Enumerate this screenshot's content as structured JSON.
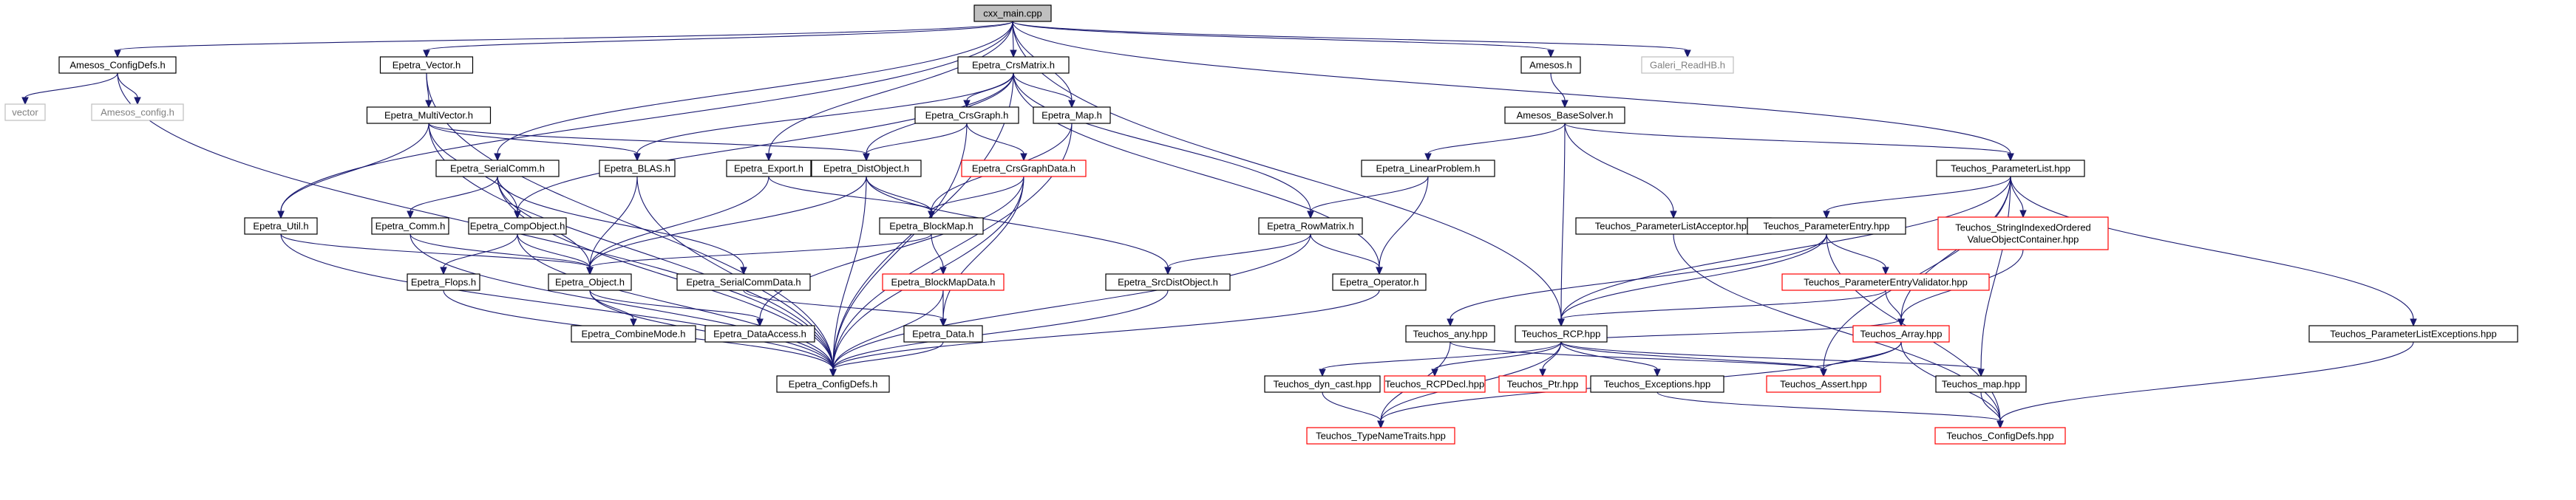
{
  "graph": {
    "nodes": [
      {
        "id": "root",
        "label": "cxx_main.cpp",
        "style": "root"
      },
      {
        "id": "amesos_configdefs",
        "label": "Amesos_ConfigDefs.h",
        "style": "normal"
      },
      {
        "id": "epetra_vector",
        "label": "Epetra_Vector.h",
        "style": "normal"
      },
      {
        "id": "epetra_crsmatrix",
        "label": "Epetra_CrsMatrix.h",
        "style": "normal"
      },
      {
        "id": "amesos",
        "label": "Amesos.h",
        "style": "normal"
      },
      {
        "id": "galeri",
        "label": "Galeri_ReadHB.h",
        "style": "external"
      },
      {
        "id": "vector",
        "label": "vector",
        "style": "external"
      },
      {
        "id": "amesos_config",
        "label": "Amesos_config.h",
        "style": "external"
      },
      {
        "id": "epetra_multivector",
        "label": "Epetra_MultiVector.h",
        "style": "normal"
      },
      {
        "id": "epetra_crsgraph",
        "label": "Epetra_CrsGraph.h",
        "style": "normal"
      },
      {
        "id": "epetra_map",
        "label": "Epetra_Map.h",
        "style": "normal"
      },
      {
        "id": "amesos_basesolver",
        "label": "Amesos_BaseSolver.h",
        "style": "normal"
      },
      {
        "id": "epetra_serialcomm",
        "label": "Epetra_SerialComm.h",
        "style": "normal"
      },
      {
        "id": "epetra_blas",
        "label": "Epetra_BLAS.h",
        "style": "normal"
      },
      {
        "id": "epetra_export",
        "label": "Epetra_Export.h",
        "style": "normal"
      },
      {
        "id": "epetra_distobject",
        "label": "Epetra_DistObject.h",
        "style": "normal"
      },
      {
        "id": "epetra_crsgraphdata",
        "label": "Epetra_CrsGraphData.h",
        "style": "red"
      },
      {
        "id": "epetra_linearproblem",
        "label": "Epetra_LinearProblem.h",
        "style": "normal"
      },
      {
        "id": "teuchos_parameterlist",
        "label": "Teuchos_ParameterList.hpp",
        "style": "normal"
      },
      {
        "id": "epetra_util",
        "label": "Epetra_Util.h",
        "style": "normal"
      },
      {
        "id": "epetra_comm",
        "label": "Epetra_Comm.h",
        "style": "normal"
      },
      {
        "id": "epetra_compobject",
        "label": "Epetra_CompObject.h",
        "style": "normal"
      },
      {
        "id": "epetra_blockmap",
        "label": "Epetra_BlockMap.h",
        "style": "normal"
      },
      {
        "id": "epetra_rowmatrix",
        "label": "Epetra_RowMatrix.h",
        "style": "normal"
      },
      {
        "id": "teuchos_paramlistacceptor",
        "label": "Teuchos_ParameterListAcceptor.hpp",
        "style": "normal"
      },
      {
        "id": "teuchos_parameterentry",
        "label": "Teuchos_ParameterEntry.hpp",
        "style": "normal"
      },
      {
        "id": "teuchos_stringindexed",
        "label": "Teuchos_StringIndexedOrdered\nValueObjectContainer.hpp",
        "style": "red"
      },
      {
        "id": "epetra_flops",
        "label": "Epetra_Flops.h",
        "style": "normal"
      },
      {
        "id": "epetra_object",
        "label": "Epetra_Object.h",
        "style": "normal"
      },
      {
        "id": "epetra_serialcommdata",
        "label": "Epetra_SerialCommData.h",
        "style": "normal"
      },
      {
        "id": "epetra_blockmapdata",
        "label": "Epetra_BlockMapData.h",
        "style": "red"
      },
      {
        "id": "epetra_srcdistobject",
        "label": "Epetra_SrcDistObject.h",
        "style": "normal"
      },
      {
        "id": "epetra_operator",
        "label": "Epetra_Operator.h",
        "style": "normal"
      },
      {
        "id": "teuchos_paramentryvalidator",
        "label": "Teuchos_ParameterEntryValidator.hpp",
        "style": "red"
      },
      {
        "id": "epetra_combinemode",
        "label": "Epetra_CombineMode.h",
        "style": "normal"
      },
      {
        "id": "epetra_dataaccess",
        "label": "Epetra_DataAccess.h",
        "style": "normal"
      },
      {
        "id": "epetra_data",
        "label": "Epetra_Data.h",
        "style": "normal"
      },
      {
        "id": "teuchos_any",
        "label": "Teuchos_any.hpp",
        "style": "normal"
      },
      {
        "id": "teuchos_rcp",
        "label": "Teuchos_RCP.hpp",
        "style": "normal"
      },
      {
        "id": "teuchos_array",
        "label": "Teuchos_Array.hpp",
        "style": "red"
      },
      {
        "id": "teuchos_paramlistexceptions",
        "label": "Teuchos_ParameterListExceptions.hpp",
        "style": "normal"
      },
      {
        "id": "epetra_configdefs",
        "label": "Epetra_ConfigDefs.h",
        "style": "normal"
      },
      {
        "id": "teuchos_dyn_cast",
        "label": "Teuchos_dyn_cast.hpp",
        "style": "normal"
      },
      {
        "id": "teuchos_rcpdecl",
        "label": "Teuchos_RCPDecl.hpp",
        "style": "red"
      },
      {
        "id": "teuchos_ptr",
        "label": "Teuchos_Ptr.hpp",
        "style": "red"
      },
      {
        "id": "teuchos_exceptions",
        "label": "Teuchos_Exceptions.hpp",
        "style": "normal"
      },
      {
        "id": "teuchos_assert",
        "label": "Teuchos_Assert.hpp",
        "style": "red"
      },
      {
        "id": "teuchos_map",
        "label": "Teuchos_map.hpp",
        "style": "normal"
      },
      {
        "id": "teuchos_typenametraits",
        "label": "Teuchos_TypeNameTraits.hpp",
        "style": "red"
      },
      {
        "id": "teuchos_configdefs",
        "label": "Teuchos_ConfigDefs.hpp",
        "style": "red"
      }
    ],
    "edges": [
      [
        "root",
        "amesos_configdefs"
      ],
      [
        "root",
        "epetra_vector"
      ],
      [
        "root",
        "epetra_crsmatrix"
      ],
      [
        "root",
        "epetra_map"
      ],
      [
        "root",
        "epetra_util"
      ],
      [
        "root",
        "epetra_export"
      ],
      [
        "root",
        "epetra_serialcomm"
      ],
      [
        "root",
        "amesos"
      ],
      [
        "root",
        "galeri"
      ],
      [
        "root",
        "teuchos_parameterlist"
      ],
      [
        "root",
        "teuchos_rcp"
      ],
      [
        "amesos_configdefs",
        "vector"
      ],
      [
        "amesos_configdefs",
        "amesos_config"
      ],
      [
        "amesos_configdefs",
        "epetra_configdefs"
      ],
      [
        "epetra_vector",
        "epetra_multivector"
      ],
      [
        "epetra_vector",
        "epetra_configdefs"
      ],
      [
        "epetra_multivector",
        "epetra_distobject"
      ],
      [
        "epetra_multivector",
        "epetra_compobject"
      ],
      [
        "epetra_multivector",
        "epetra_blas"
      ],
      [
        "epetra_multivector",
        "epetra_util"
      ],
      [
        "epetra_multivector",
        "epetra_configdefs"
      ],
      [
        "epetra_crsmatrix",
        "epetra_crsgraph"
      ],
      [
        "epetra_crsmatrix",
        "epetra_map"
      ],
      [
        "epetra_crsmatrix",
        "epetra_distobject"
      ],
      [
        "epetra_crsmatrix",
        "epetra_rowmatrix"
      ],
      [
        "epetra_crsmatrix",
        "epetra_operator"
      ],
      [
        "epetra_crsmatrix",
        "epetra_blas"
      ],
      [
        "epetra_crsmatrix",
        "epetra_compobject"
      ],
      [
        "epetra_crsmatrix",
        "epetra_configdefs"
      ],
      [
        "epetra_crsgraph",
        "epetra_crsgraphdata"
      ],
      [
        "epetra_crsgraph",
        "epetra_distobject"
      ],
      [
        "epetra_crsgraph",
        "epetra_configdefs"
      ],
      [
        "epetra_map",
        "epetra_blockmap"
      ],
      [
        "epetra_map",
        "epetra_configdefs"
      ],
      [
        "epetra_crsgraphdata",
        "epetra_blockmap"
      ],
      [
        "epetra_crsgraphdata",
        "epetra_data"
      ],
      [
        "epetra_crsgraphdata",
        "epetra_dataaccess"
      ],
      [
        "epetra_crsgraphdata",
        "epetra_configdefs"
      ],
      [
        "epetra_serialcomm",
        "epetra_comm"
      ],
      [
        "epetra_serialcomm",
        "epetra_object"
      ],
      [
        "epetra_serialcomm",
        "epetra_serialcommdata"
      ],
      [
        "epetra_serialcomm",
        "epetra_configdefs"
      ],
      [
        "epetra_blas",
        "epetra_object"
      ],
      [
        "epetra_blas",
        "epetra_configdefs"
      ],
      [
        "epetra_export",
        "epetra_object"
      ],
      [
        "epetra_export",
        "epetra_blockmap"
      ],
      [
        "epetra_distobject",
        "epetra_object"
      ],
      [
        "epetra_distobject",
        "epetra_blockmap"
      ],
      [
        "epetra_distobject",
        "epetra_srcdistobject"
      ],
      [
        "epetra_distobject",
        "epetra_configdefs"
      ],
      [
        "epetra_util",
        "epetra_object"
      ],
      [
        "epetra_util",
        "epetra_configdefs"
      ],
      [
        "epetra_comm",
        "epetra_object"
      ],
      [
        "epetra_comm",
        "epetra_configdefs"
      ],
      [
        "epetra_compobject",
        "epetra_flops"
      ],
      [
        "epetra_compobject",
        "epetra_object"
      ],
      [
        "epetra_compobject",
        "epetra_configdefs"
      ],
      [
        "epetra_flops",
        "epetra_configdefs"
      ],
      [
        "epetra_blockmap",
        "epetra_object"
      ],
      [
        "epetra_blockmap",
        "epetra_blockmapdata"
      ],
      [
        "epetra_blockmapdata",
        "epetra_data"
      ],
      [
        "epetra_blockmapdata",
        "epetra_configdefs"
      ],
      [
        "epetra_object",
        "epetra_combinemode"
      ],
      [
        "epetra_object",
        "epetra_dataaccess"
      ],
      [
        "epetra_object",
        "epetra_configdefs"
      ],
      [
        "epetra_serialcommdata",
        "epetra_data"
      ],
      [
        "epetra_data",
        "epetra_configdefs"
      ],
      [
        "epetra_rowmatrix",
        "epetra_operator"
      ],
      [
        "epetra_rowmatrix",
        "epetra_srcdistobject"
      ],
      [
        "epetra_rowmatrix",
        "epetra_configdefs"
      ],
      [
        "epetra_srcdistobject",
        "epetra_configdefs"
      ],
      [
        "epetra_operator",
        "epetra_configdefs"
      ],
      [
        "amesos",
        "amesos_basesolver"
      ],
      [
        "amesos_basesolver",
        "epetra_linearproblem"
      ],
      [
        "amesos_basesolver",
        "teuchos_parameterlist"
      ],
      [
        "amesos_basesolver",
        "teuchos_paramlistacceptor"
      ],
      [
        "amesos_basesolver",
        "teuchos_rcp"
      ],
      [
        "epetra_linearproblem",
        "epetra_rowmatrix"
      ],
      [
        "epetra_linearproblem",
        "epetra_operator"
      ],
      [
        "teuchos_parameterlist",
        "teuchos_parameterentry"
      ],
      [
        "teuchos_parameterlist",
        "teuchos_stringindexed"
      ],
      [
        "teuchos_parameterlist",
        "teuchos_paramlistexceptions"
      ],
      [
        "teuchos_parameterlist",
        "teuchos_rcp"
      ],
      [
        "teuchos_parameterlist",
        "teuchos_array"
      ],
      [
        "teuchos_parameterlist",
        "teuchos_map"
      ],
      [
        "teuchos_parameterlist",
        "teuchos_assert"
      ],
      [
        "teuchos_parameterentry",
        "teuchos_any"
      ],
      [
        "teuchos_parameterentry",
        "teuchos_rcp"
      ],
      [
        "teuchos_parameterentry",
        "teuchos_paramentryvalidator"
      ],
      [
        "teuchos_parameterentry",
        "teuchos_configdefs"
      ],
      [
        "teuchos_stringindexed",
        "teuchos_array"
      ],
      [
        "teuchos_paramentryvalidator",
        "teuchos_rcp"
      ],
      [
        "teuchos_paramentryvalidator",
        "teuchos_array"
      ],
      [
        "teuchos_paramlistacceptor",
        "teuchos_configdefs"
      ],
      [
        "teuchos_any",
        "teuchos_typenametraits"
      ],
      [
        "teuchos_any",
        "teuchos_assert"
      ],
      [
        "teuchos_rcp",
        "teuchos_rcpdecl"
      ],
      [
        "teuchos_rcp",
        "teuchos_ptr"
      ],
      [
        "teuchos_rcp",
        "teuchos_dyn_cast"
      ],
      [
        "teuchos_rcp",
        "teuchos_exceptions"
      ],
      [
        "teuchos_rcp",
        "teuchos_assert"
      ],
      [
        "teuchos_rcp",
        "teuchos_map"
      ],
      [
        "teuchos_rcp",
        "teuchos_array"
      ],
      [
        "teuchos_rcp",
        "teuchos_typenametraits"
      ],
      [
        "teuchos_array",
        "teuchos_assert"
      ],
      [
        "teuchos_array",
        "teuchos_typenametraits"
      ],
      [
        "teuchos_array",
        "teuchos_configdefs"
      ],
      [
        "teuchos_dyn_cast",
        "teuchos_typenametraits"
      ],
      [
        "teuchos_exceptions",
        "teuchos_configdefs"
      ],
      [
        "teuchos_map",
        "teuchos_configdefs"
      ],
      [
        "teuchos_paramlistexceptions",
        "teuchos_configdefs"
      ]
    ]
  },
  "colors": {
    "edge": "#191970",
    "box_border": "#000000",
    "box_border_red": "#ff0000",
    "box_border_external": "#bfbfbf",
    "root_fill": "#bfbfbf",
    "text": "#000000",
    "text_external": "#808080"
  }
}
